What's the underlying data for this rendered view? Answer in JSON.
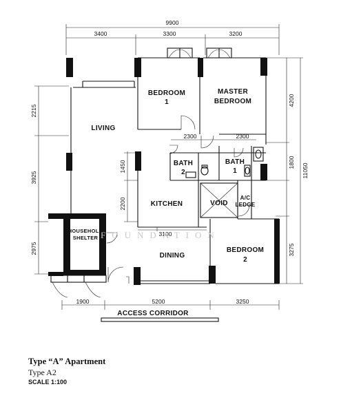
{
  "dimensions": {
    "total_width": "9900",
    "top_segments": [
      "3400",
      "3300",
      "3200"
    ],
    "bottom_segments": [
      "1900",
      "5200",
      "3250"
    ],
    "left_segments": [
      "2215",
      "3925",
      "2975"
    ],
    "right_segments": [
      "4200",
      "1800",
      "3275"
    ],
    "right_total": "11050",
    "inner_2300_a": "2300",
    "inner_2300_b": "2300",
    "inner_1450": "1450",
    "inner_2200": "2200",
    "inner_3100": "3100"
  },
  "rooms": {
    "bedroom1": [
      "BEDROOM",
      "1"
    ],
    "master": [
      "MASTER",
      "BEDROOM"
    ],
    "living": "LIVING",
    "bath2": [
      "BATH",
      "2"
    ],
    "bath1": [
      "BATH",
      "1"
    ],
    "kitchen": "KITCHEN",
    "void": "VOID",
    "ac_ledge": [
      "A/C",
      "LEDGE"
    ],
    "shelter": [
      "HOUSEHOLD",
      "SHELTER"
    ],
    "dining": "DINING",
    "bedroom2": [
      "BEDROOM",
      "2"
    ]
  },
  "corridor": "ACCESS CORRIDOR",
  "watermark": "FOUNDATION",
  "caption": {
    "title": "Type “A” Apartment",
    "subtitle": "Type A2",
    "scale": "SCALE 1:100"
  }
}
